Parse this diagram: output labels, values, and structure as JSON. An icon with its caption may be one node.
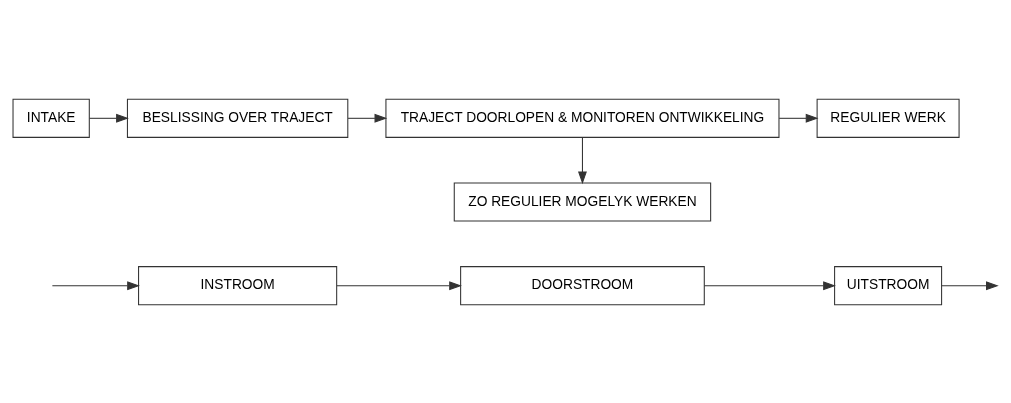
{
  "diagram": {
    "nodes": [
      {
        "text": [
          "INSTROOM"
        ]
      },
      {
        "text": [
          "DOORSTROOM"
        ]
      },
      {
        "text": [
          "UITSTROOM"
        ]
      },
      {
        "text": [
          "INTAKE"
        ]
      },
      {
        "text": [
          "BESLISSING OVER TRAJECT"
        ]
      },
      {
        "text": [
          "TRAJECT DOORLOPEN & MONITOREN ONTWIKKELING"
        ]
      },
      {
        "text": [
          "REGULIER WERK"
        ]
      },
      {
        "text": [
          "ZO REGULIER MOGELYK WERKEN"
        ]
      }
    ],
    "edges": [
      {
        "from": null,
        "to": 0,
        "arrow": "to"
      },
      {
        "from": 0,
        "to": 1,
        "arrow": "to"
      },
      {
        "from": 1,
        "to": 2,
        "arrow": "to"
      },
      {
        "from": 2,
        "to": null,
        "arrow": "to"
      },
      {
        "from": 3,
        "to": 4,
        "arrow": "to"
      },
      {
        "from": 4,
        "to": 5,
        "arrow": "to"
      },
      {
        "from": 5,
        "to": 6,
        "arrow": "to"
      },
      {
        "from": 5,
        "to": 7,
        "arrow": "to"
      }
    ]
  }
}
